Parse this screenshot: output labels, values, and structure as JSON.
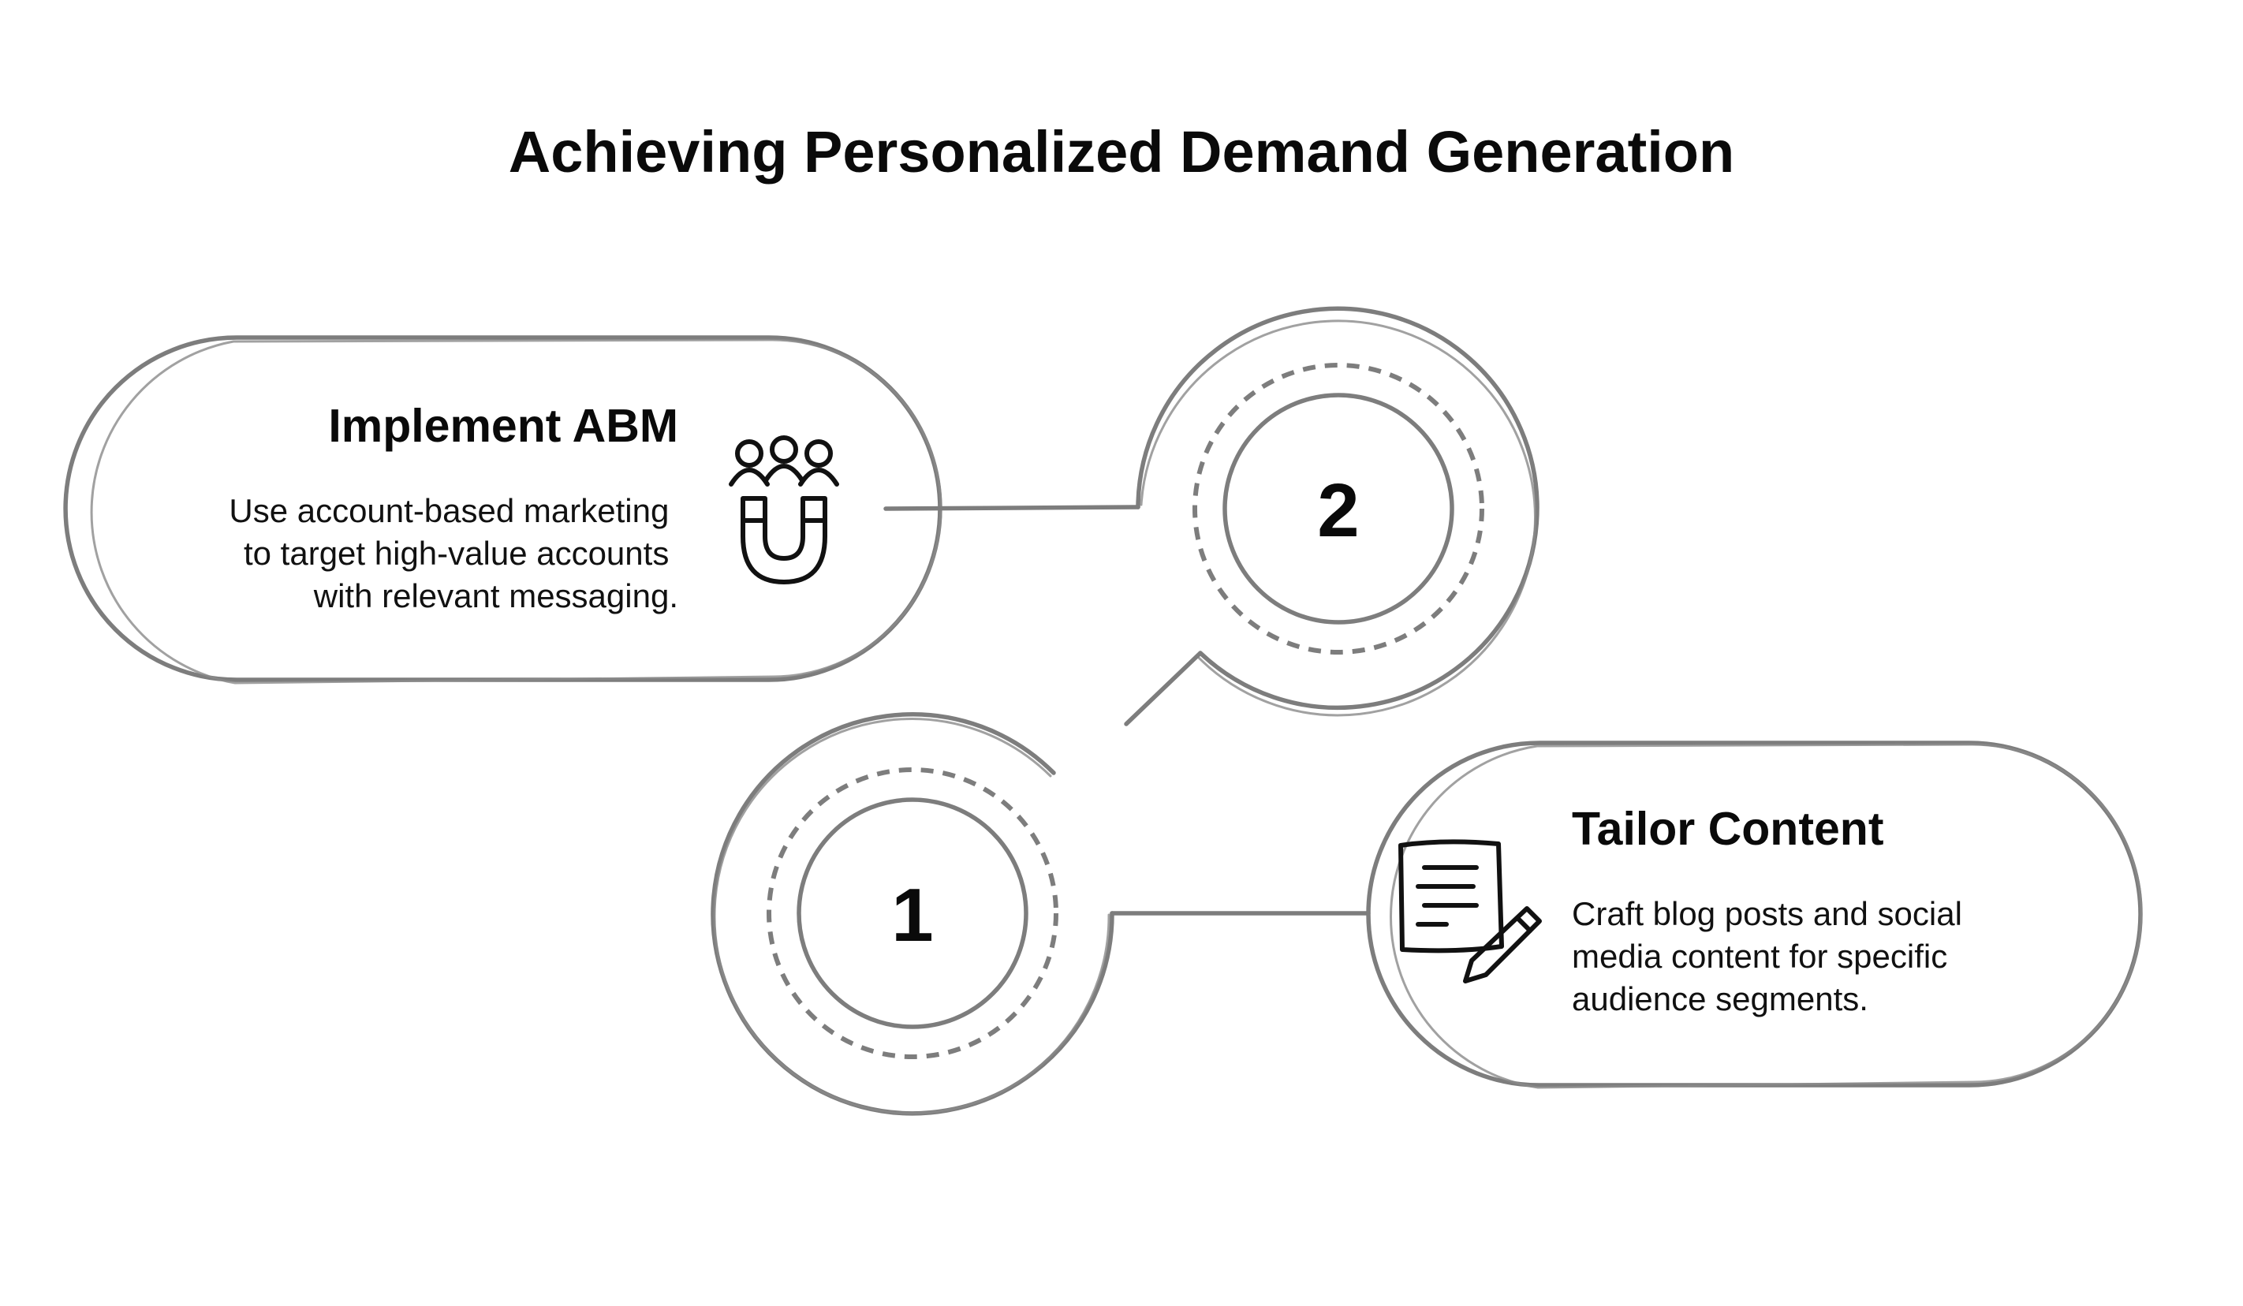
{
  "title": "Achieving Personalized Demand Generation",
  "steps": [
    {
      "number": "1",
      "title": "Tailor Content",
      "description": [
        "Craft blog posts and social",
        "media content for specific",
        "audience segments."
      ],
      "icon": "document-pencil-icon"
    },
    {
      "number": "2",
      "title": "Implement ABM",
      "description": [
        "Use account-based marketing",
        "to target high-value accounts",
        "with relevant messaging."
      ],
      "icon": "people-magnet-icon"
    }
  ],
  "colors": {
    "outline": "#7d7d7d",
    "text": "#0a0a0a",
    "background": "#ffffff"
  }
}
